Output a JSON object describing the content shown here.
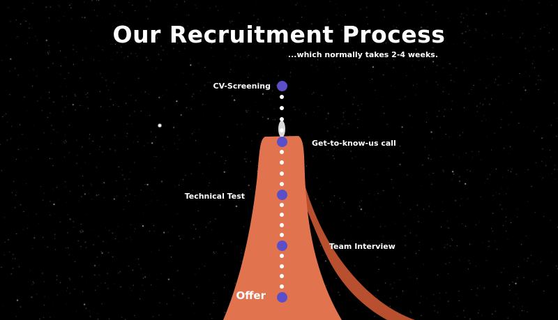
{
  "header": {
    "title": "Our Recruitment Process",
    "subtitle": "...which normally takes 2-4 weeks."
  },
  "steps": [
    {
      "label": "CV-Screening"
    },
    {
      "label": "Get-to-know-us call"
    },
    {
      "label": "Technical Test"
    },
    {
      "label": "Team Interview"
    },
    {
      "label": "Offer"
    }
  ],
  "colors": {
    "step_dot": "#5a4fc8",
    "mountain": "#e2734f",
    "ribbon": "#c85a3a",
    "background": "#000000"
  }
}
